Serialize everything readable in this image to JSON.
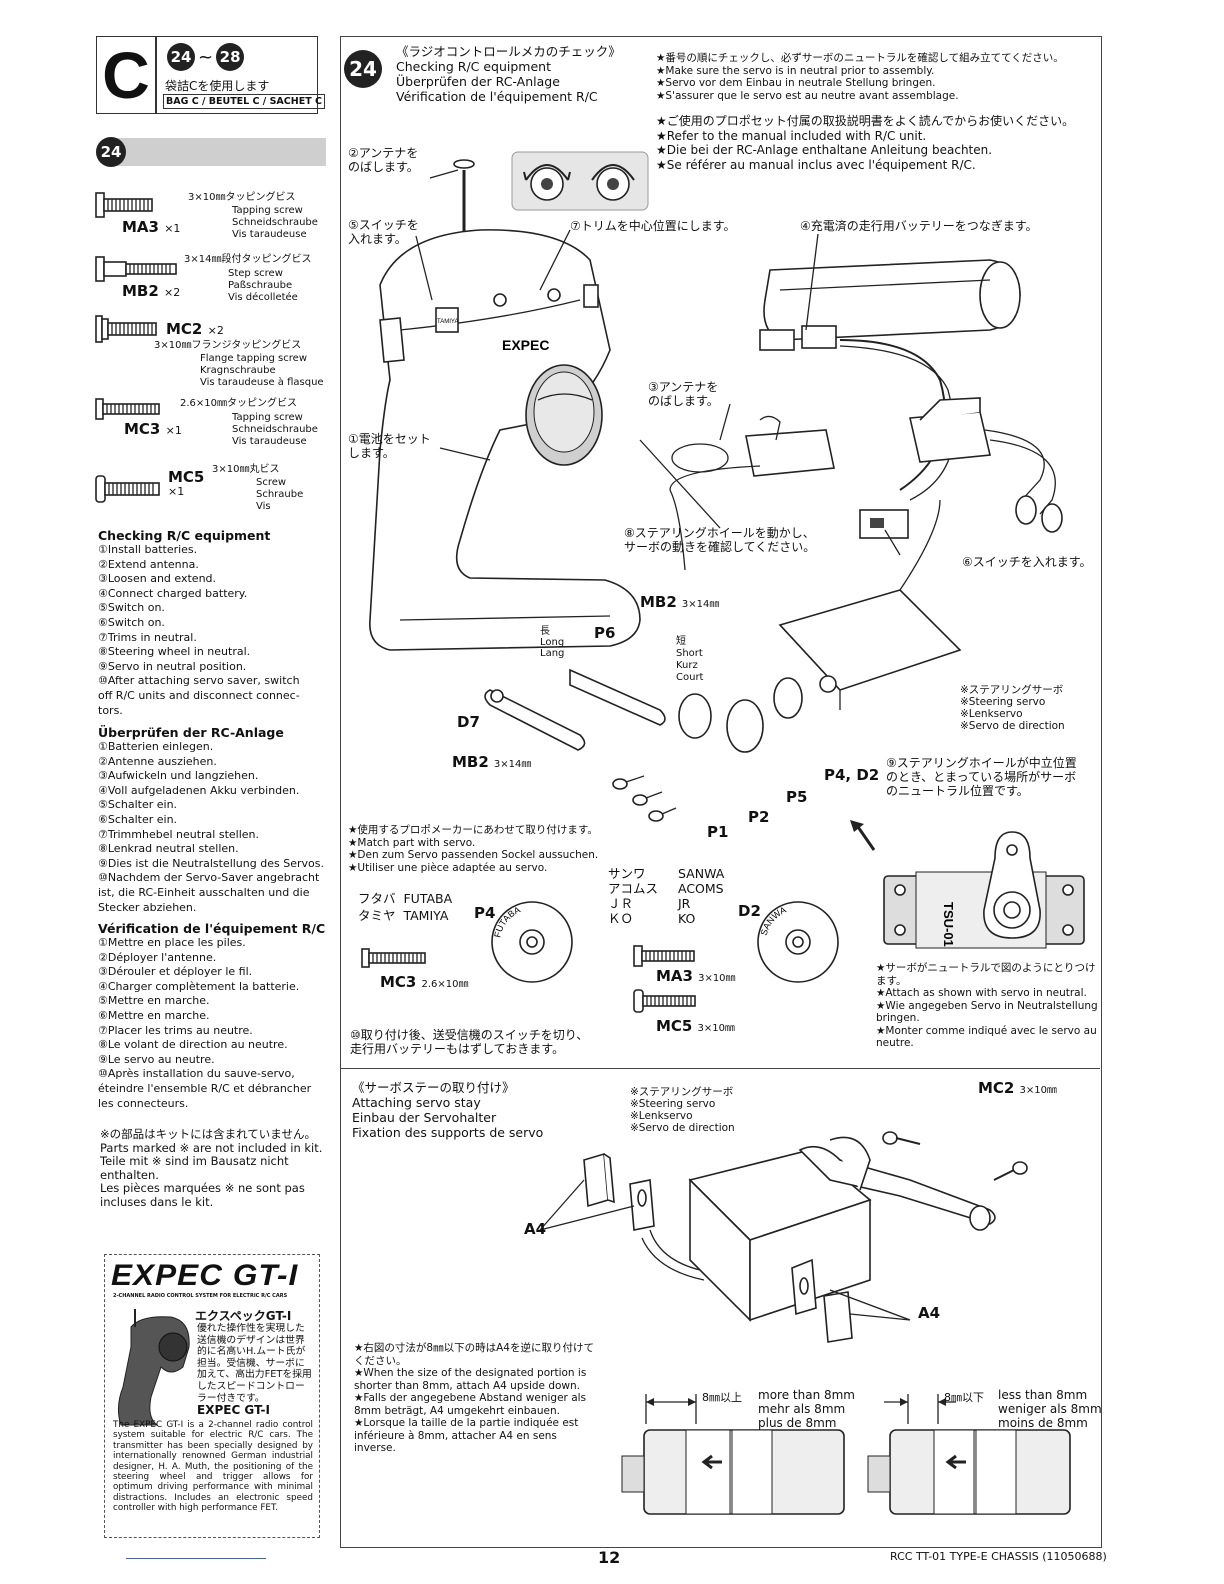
{
  "bag": {
    "letter": "C",
    "step_from": "24",
    "step_to": "28",
    "jp": "袋詰Cを使用します",
    "label": "BAG C / BEUTEL C / SACHET C"
  },
  "step_badge": "24",
  "parts": [
    {
      "code": "MA3",
      "qty": "×1",
      "jp": "3×10㎜タッピングビス",
      "en": "Tapping screw",
      "de": "Schneidschraube",
      "fr": "Vis taraudeuse"
    },
    {
      "code": "MB2",
      "qty": "×2",
      "jp": "3×14㎜段付タッピングビス",
      "en": "Step screw",
      "de": "Paßschraube",
      "fr": "Vis décolletée"
    },
    {
      "code": "MC2",
      "qty": "×2",
      "jp": "3×10㎜フランジタッピングビス",
      "en": "Flange tapping screw",
      "de": "Kragnschraube",
      "fr": "Vis taraudeuse à flasque"
    },
    {
      "code": "MC3",
      "qty": "×1",
      "jp": "2.6×10㎜タッピングビス",
      "en": "Tapping screw",
      "de": "Schneidschraube",
      "fr": "Vis taraudeuse"
    },
    {
      "code": "MC5",
      "qty": "×1",
      "jp": "3×10㎜丸ビス",
      "en": "Screw",
      "de": "Schraube",
      "fr": "Vis"
    }
  ],
  "check_en": {
    "title": "Checking R/C equipment",
    "items": [
      "①Install batteries.",
      "②Extend antenna.",
      "③Loosen and extend.",
      "④Connect charged battery.",
      "⑤Switch on.",
      "⑥Switch on.",
      "⑦Trims in neutral.",
      "⑧Steering wheel in neutral.",
      "⑨Servo in neutral position.",
      "⑩After attaching servo saver, switch",
      "off R/C units and disconnect connec-",
      "tors."
    ]
  },
  "check_de": {
    "title": "Überprüfen der RC-Anlage",
    "items": [
      "①Batterien einlegen.",
      "②Antenne ausziehen.",
      "③Aufwickeln und langziehen.",
      "④Voll aufgeladenen Akku verbinden.",
      "⑤Schalter ein.",
      "⑥Schalter ein.",
      "⑦Trimmhebel neutral stellen.",
      "⑧Lenkrad neutral stellen.",
      "⑨Dies ist die Neutralstellung des Servos.",
      "⑩Nachdem der Servo-Saver angebracht",
      "ist, die RC-Einheit ausschalten und die",
      "Stecker abziehen."
    ]
  },
  "check_fr": {
    "title": "Vérification de l'équipement R/C",
    "items": [
      "①Mettre en place les piles.",
      "②Déployer l'antenne.",
      "③Dérouler et déployer le fil.",
      "④Charger complètement la batterie.",
      "⑤Mettre en marche.",
      "⑥Mettre en marche.",
      "⑦Placer les trims au neutre.",
      "⑧Le volant de direction au neutre.",
      "⑨Le servo au neutre.",
      "⑩Après installation du sauve-servo,",
      "éteindre l'ensemble R/C et débrancher",
      "les connecteurs."
    ]
  },
  "not_included": {
    "jp": "※の部品はキットには含まれていません。",
    "en": "Parts marked ※ are not included in kit.",
    "de": "Teile mit ※ sind im Bausatz nicht enthalten.",
    "fr": "Les pièces marquées ※ ne sont pas incluses dans le kit."
  },
  "expec": {
    "logo": "EXPEC GT-I",
    "sub": "2-CHANNEL RADIO CONTROL SYSTEM FOR ELECTRIC R/C CARS",
    "jp_title": "エクスペックGT-I",
    "jp_body": "優れた操作性を実現した送信機のデザインは世界的に名高いH.ムート氏が担当。受信機、サーボに加えて、高出力FETを採用したスピードコントローラー付きです。",
    "en_title": "EXPEC GT-I",
    "en_body": "The EXPEC GT-I is a 2-channel radio control system suitable for electric R/C cars. The transmitter has been specially designed by internationally renowned German industrial designer, H. A. Muth, the positioning of the steering wheel and trigger allows for optimum driving performance with minimal distractions. Includes an electronic speed controller with high performance FET."
  },
  "step24": {
    "jp": "《ラジオコントロールメカのチェック》",
    "en": "Checking R/C equipment",
    "de": "Überprüfen der RC-Anlage",
    "fr": "Vérification de l'équipement R/C",
    "notes1": [
      "★番号の順にチェックし、必ずサーボのニュートラルを確認して組み立ててください。",
      "★Make sure the servo is in neutral prior to assembly.",
      "★Servo vor dem Einbau in neutrale Stellung bringen.",
      "★S'assurer que le servo est au neutre avant assemblage."
    ],
    "notes2": [
      "★ご使用のプロポセット付属の取扱説明書をよく読んでからお使いください。",
      "★Refer to the manual included with R/C unit.",
      "★Die bei der RC-Anlage enthaltane Anleitung beachten.",
      "★Se référer au manual inclus avec l'équipement R/C."
    ]
  },
  "callouts": {
    "c1": "①電池をセット\nします。",
    "c2": "②アンテナを\nのばします。",
    "c3": "③アンテナを\nのばします。",
    "c4": "④充電済の走行用バッテリーをつなぎます。",
    "c5": "⑤スイッチを\n入れます。",
    "c6": "⑥スイッチを入れます。",
    "c7": "⑦トリムを中心位置にします。",
    "c8": "⑧ステアリングホイールを動かし、\nサーボの動きを確認してください。",
    "c9": "⑨ステアリングホイールが中立位置\nのとき、とまっている場所がサーボ\nのニュートラル位置です。",
    "c10": "⑩取り付け後、送受信機のスイッチを切り、\n走行用バッテリーもはずしておきます。"
  },
  "transmitter": {
    "brand": "TAMIYA",
    "model": "EXPEC"
  },
  "labels": {
    "mb2_top": "MB2",
    "mb2_top_size": "3×14㎜",
    "mb2_bot": "MB2",
    "mb2_bot_size": "3×14㎜",
    "p6": "P6",
    "long": "長\nLong\nLang",
    "short": "短\nShort\nKurz\nCourt",
    "d7": "D7",
    "p4d2": "P4, D2",
    "p5": "P5",
    "p2": "P2",
    "p1": "P1",
    "servo": "※ステアリングサーボ\n※Steering servo\n※Lenkservo\n※Servo de direction"
  },
  "match_notes": [
    "★使用するプロポメーカーにあわせて取り付けます。",
    "★Match part with servo.",
    "★Den zum Servo passenden Sockel aussuchen.",
    "★Utiliser une pièce adaptée au servo."
  ],
  "brands": {
    "futaba_jp": "フタバ",
    "futaba": "FUTABA",
    "tamiya_jp": "タミヤ",
    "tamiya": "TAMIYA",
    "sanwa_jp": "サンワ",
    "sanwa": "SANWA",
    "acoms_jp": "アコムス",
    "acoms": "ACOMS",
    "jr_jp": "ＪＲ",
    "jr": "JR",
    "ko_jp": "ＫＯ",
    "ko": "KO",
    "p4": "P4",
    "d2": "D2",
    "mc3": "MC3",
    "mc3_size": "2.6×10㎜",
    "ma3": "MA3",
    "ma3_size": "3×10㎜",
    "mc5": "MC5",
    "mc5_size": "3×10㎜"
  },
  "neutral": {
    "tag": "TSU-01",
    "notes": [
      "★サーボがニュートラルで図のようにとりつけます。",
      "★Attach as shown with servo in neutral.",
      "★Wie angegeben Servo in Neutralstellung bringen.",
      "★Monter comme indiqué avec le servo au neutre."
    ]
  },
  "stay": {
    "jp": "《サーボステーの取り付け》",
    "en": "Attaching servo stay",
    "de": "Einbau der Servohalter",
    "fr": "Fixation des supports de servo",
    "servo": "※ステアリングサーボ\n※Steering servo\n※Lenkservo\n※Servo de direction",
    "mc2": "MC2",
    "mc2_size": "3×10㎜",
    "a4": "A4",
    "notes": [
      "★右図の寸法が8㎜以下の時はA4を逆に取り付けてください。",
      "★When the size of the designated portion is shorter than 8mm, attach A4 upside down.",
      "★Falls der angegebene Abstand weniger als 8mm beträgt, A4 umgekehrt einbauen.",
      "★Lorsque la taille de la partie indiquée est inférieure à 8mm, attacher A4 en sens inverse."
    ],
    "more_jp": "8㎜以上",
    "more": "more than 8mm\nmehr als 8mm\nplus de 8mm",
    "less_jp": "8㎜以下",
    "less": "less than 8mm\nweniger als 8mm\nmoins de 8mm"
  },
  "footer": {
    "page": "12",
    "title": "RCC TT-01 TYPE-E CHASSIS (11050688)"
  }
}
